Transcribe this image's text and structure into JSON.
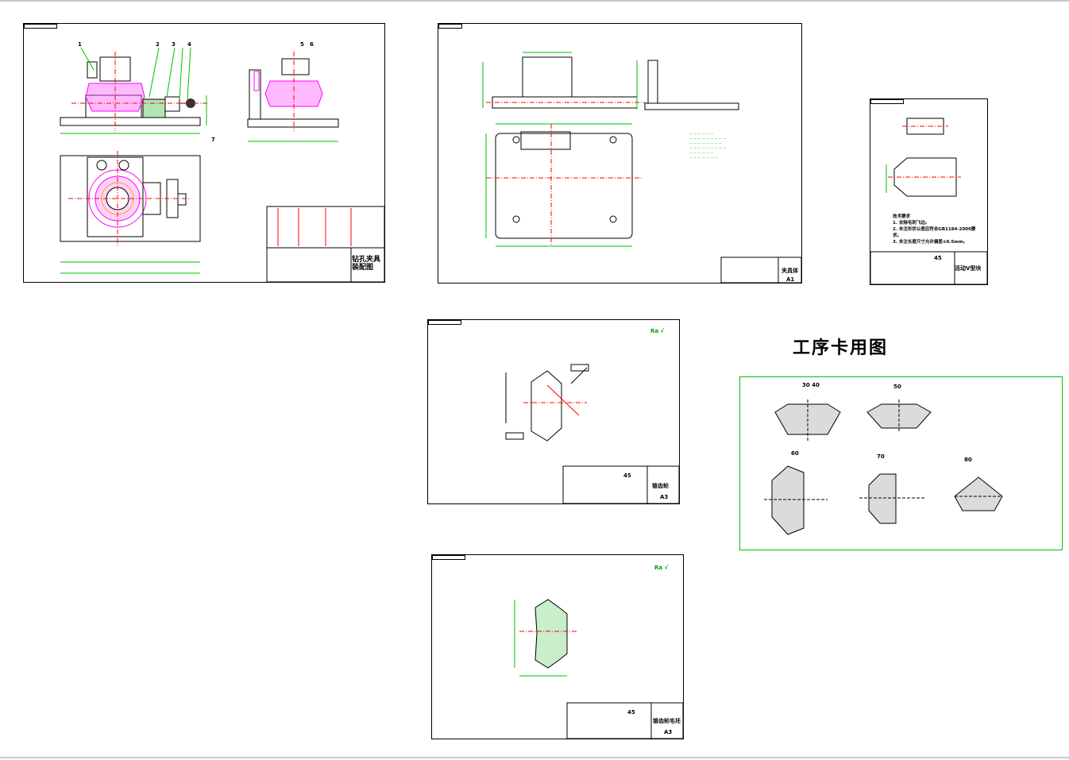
{
  "page": {
    "heading": "工序卡用图"
  },
  "sheet1": {
    "title": "钻孔夹具装配图",
    "part_numbers": [
      "1",
      "2",
      "3",
      "4",
      "5",
      "6",
      "7"
    ]
  },
  "sheet2": {
    "title": "夹具体",
    "size": "A1"
  },
  "sheet3": {
    "title": "活动V型块",
    "material": "45",
    "notes": [
      "技术要求",
      "1. 去除毛刺飞边。",
      "2. 未注形状公差应符合GB1184-2000要求。",
      "3. 未注长度尺寸允许偏差±0.5mm。"
    ]
  },
  "sheet4": {
    "title": "锥齿轮",
    "material": "45",
    "size": "A3",
    "roughness": "Ra √"
  },
  "sheet5": {
    "title": "锥齿轮毛坯",
    "material": "45",
    "size": "A3",
    "roughness": "Ra √"
  },
  "process_card": {
    "steps": [
      "30 40",
      "50",
      "60",
      "70",
      "80"
    ]
  },
  "colors": {
    "drawing_line": "#000000",
    "highlight": "#ff00ff",
    "center_line": "#ff0000",
    "dimension": "#00c000",
    "border": "#00c000"
  }
}
